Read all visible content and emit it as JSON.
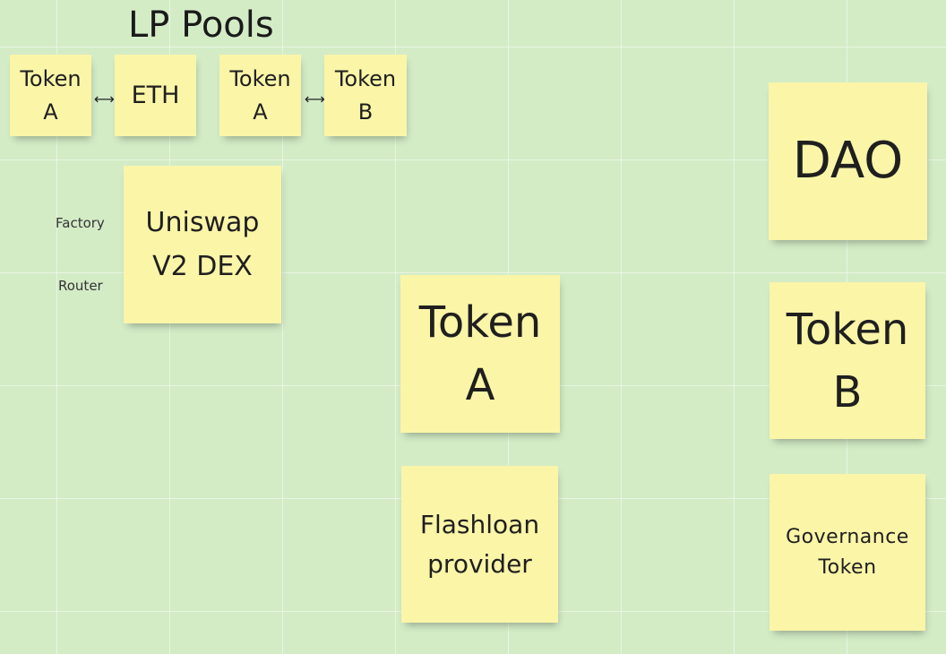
{
  "board": {
    "title": "LP Pools",
    "pool_pairs": [
      {
        "left": "Token\nA",
        "connector": "⟷",
        "right": "ETH"
      },
      {
        "left": "Token\nA",
        "connector": "⟷",
        "right": "Token\nB"
      }
    ],
    "dex": {
      "label": "Uniswap\nV2 DEX",
      "side_labels": [
        "Factory",
        "Router"
      ]
    },
    "token_a": "Token\nA",
    "flashloan": "Flashloan\nprovider",
    "dao": "DAO",
    "token_b": "Token\nB",
    "governance": "Governance\nToken"
  },
  "colors": {
    "background": "#d3ecc6",
    "sticky": "#fbf5a8"
  }
}
